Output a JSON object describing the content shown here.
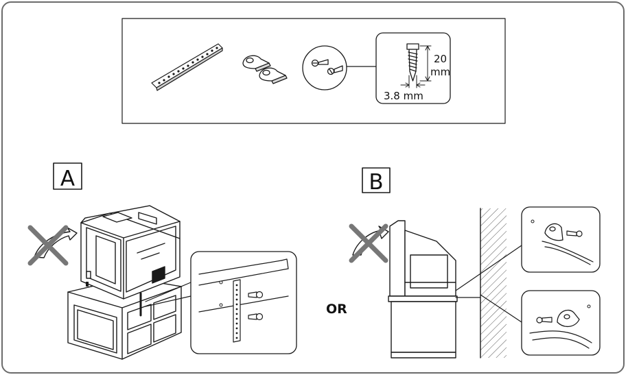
{
  "parts_box": {
    "screw_length": "20",
    "screw_length_unit": "mm",
    "screw_diameter": "3.8 mm"
  },
  "panels": {
    "a_label": "A",
    "b_label": "B",
    "or_label": "OR"
  },
  "colors": {
    "line": "#1a1a1a",
    "frame": "#6b6b6b",
    "prohibit": "#777777",
    "hatch": "#555555"
  },
  "icons": [
    "prohibited-tilt-icon",
    "screw-icon",
    "cable-clamp-icon",
    "tie-strap-icon"
  ]
}
